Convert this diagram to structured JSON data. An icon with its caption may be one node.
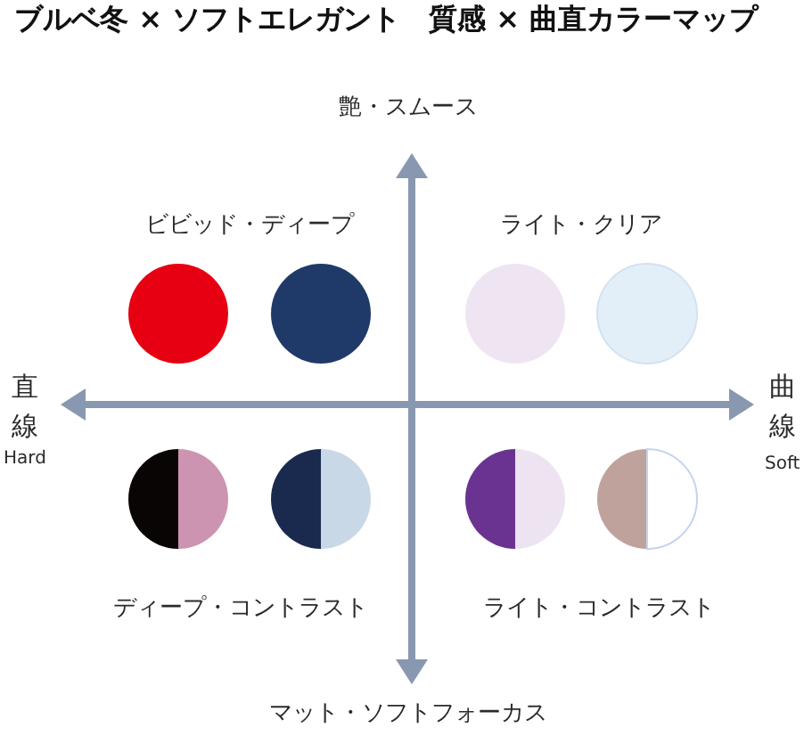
{
  "diagram": {
    "title": "ブルベ冬 × ソフトエレガント　質感 × 曲直カラーマップ",
    "nodes": [
      {
        "text": [],
        "shape": "circle"
      },
      {
        "text": [],
        "shape": "circle"
      },
      {
        "text": [],
        "shape": "circle"
      },
      {
        "text": [],
        "shape": "circle"
      },
      {
        "text": [],
        "shape": "circle"
      },
      {
        "text": [],
        "shape": "circle"
      },
      {
        "text": [],
        "shape": "circle"
      },
      {
        "text": [],
        "shape": "circle"
      }
    ],
    "labels": [
      "艶・スムース",
      "ビビッド・ディープ",
      "ライト・クリア",
      "直線",
      "曲線",
      "Hard",
      "Soft",
      "ディープ・コントラスト",
      "ライト・コントラスト",
      "マット・ソフトフォーカス"
    ]
  }
}
